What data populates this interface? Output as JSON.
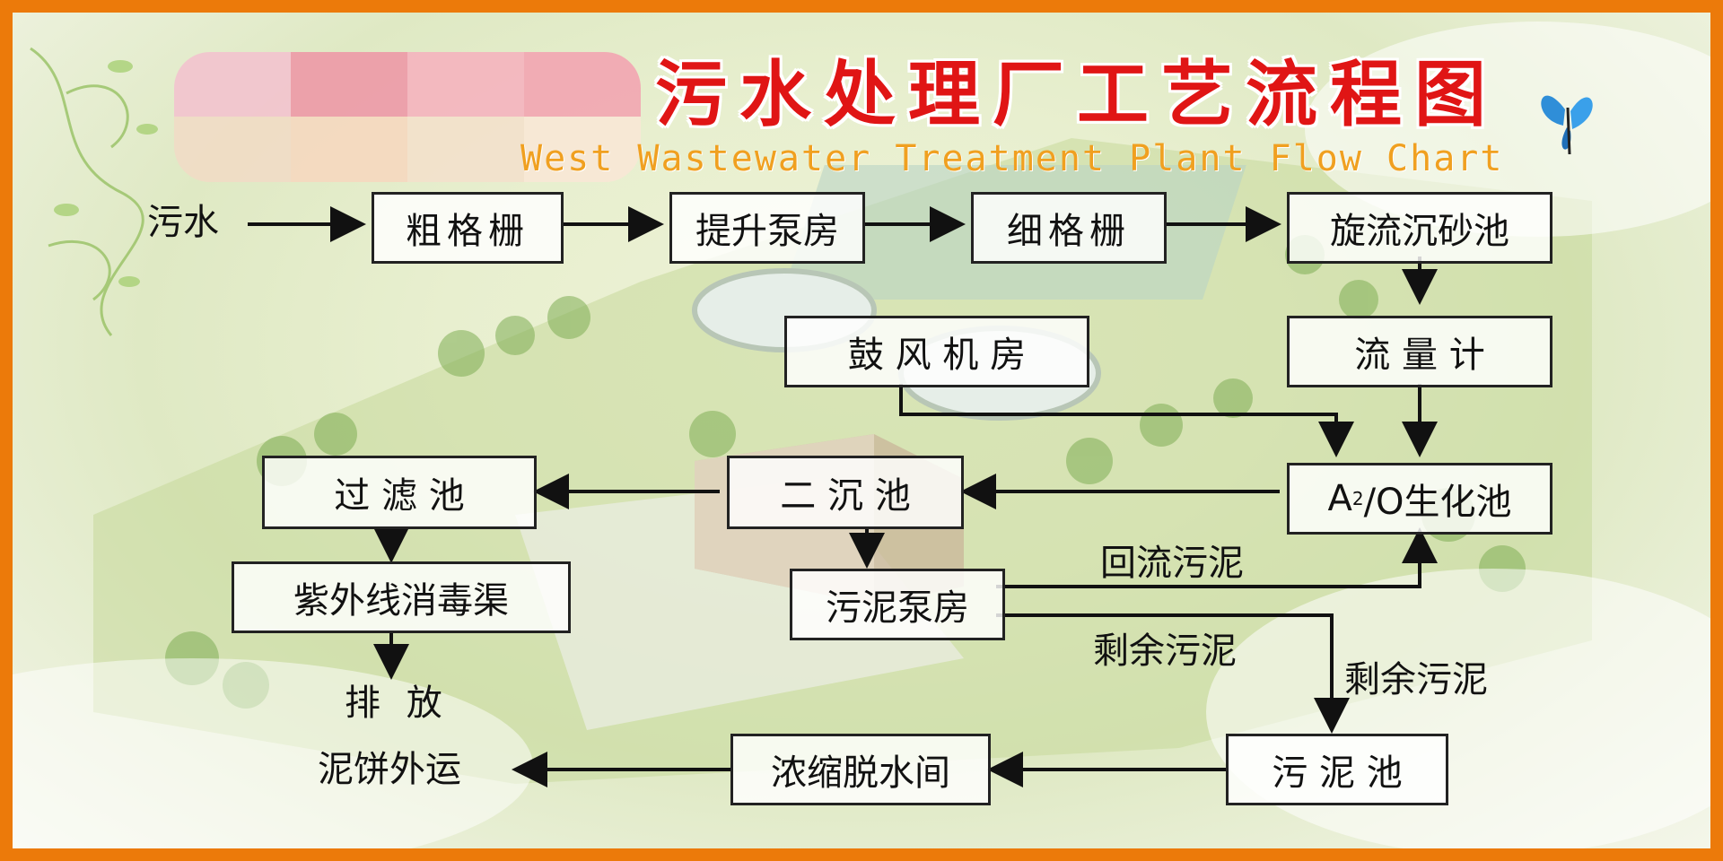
{
  "title": {
    "cn": "污水处理厂工艺流程图",
    "en": "West Wastewater Treatment Plant Flow Chart"
  },
  "nodes": {
    "sewage": "污水",
    "coarse_screen": "粗格栅",
    "lift_pump": "提升泵房",
    "fine_screen": "细格栅",
    "vortex_grit": "旋流沉砂池",
    "blower_room": "鼓 风 机 房",
    "flow_meter": "流 量 计",
    "ao_tank_a": "A",
    "ao_tank_sup": "2",
    "ao_tank_rest": "/O生化池",
    "secondary_clarifier": "二 沉 池",
    "filter_tank": "过 滤 池",
    "uv_channel": "紫外线消毒渠",
    "discharge": "排 放",
    "sludge_pump": "污泥泵房",
    "sludge_tank": "污 泥 池",
    "dewatering": "浓缩脱水间",
    "cake_out": "泥饼外运"
  },
  "edge_labels": {
    "return_sludge": "回流污泥",
    "excess_sludge_1": "剩余污泥",
    "excess_sludge_2": "剩余污泥"
  },
  "colors": {
    "border": "#ec7a0a",
    "title": "#e01515",
    "subtitle": "#f0a020",
    "arrow": "#111111"
  }
}
